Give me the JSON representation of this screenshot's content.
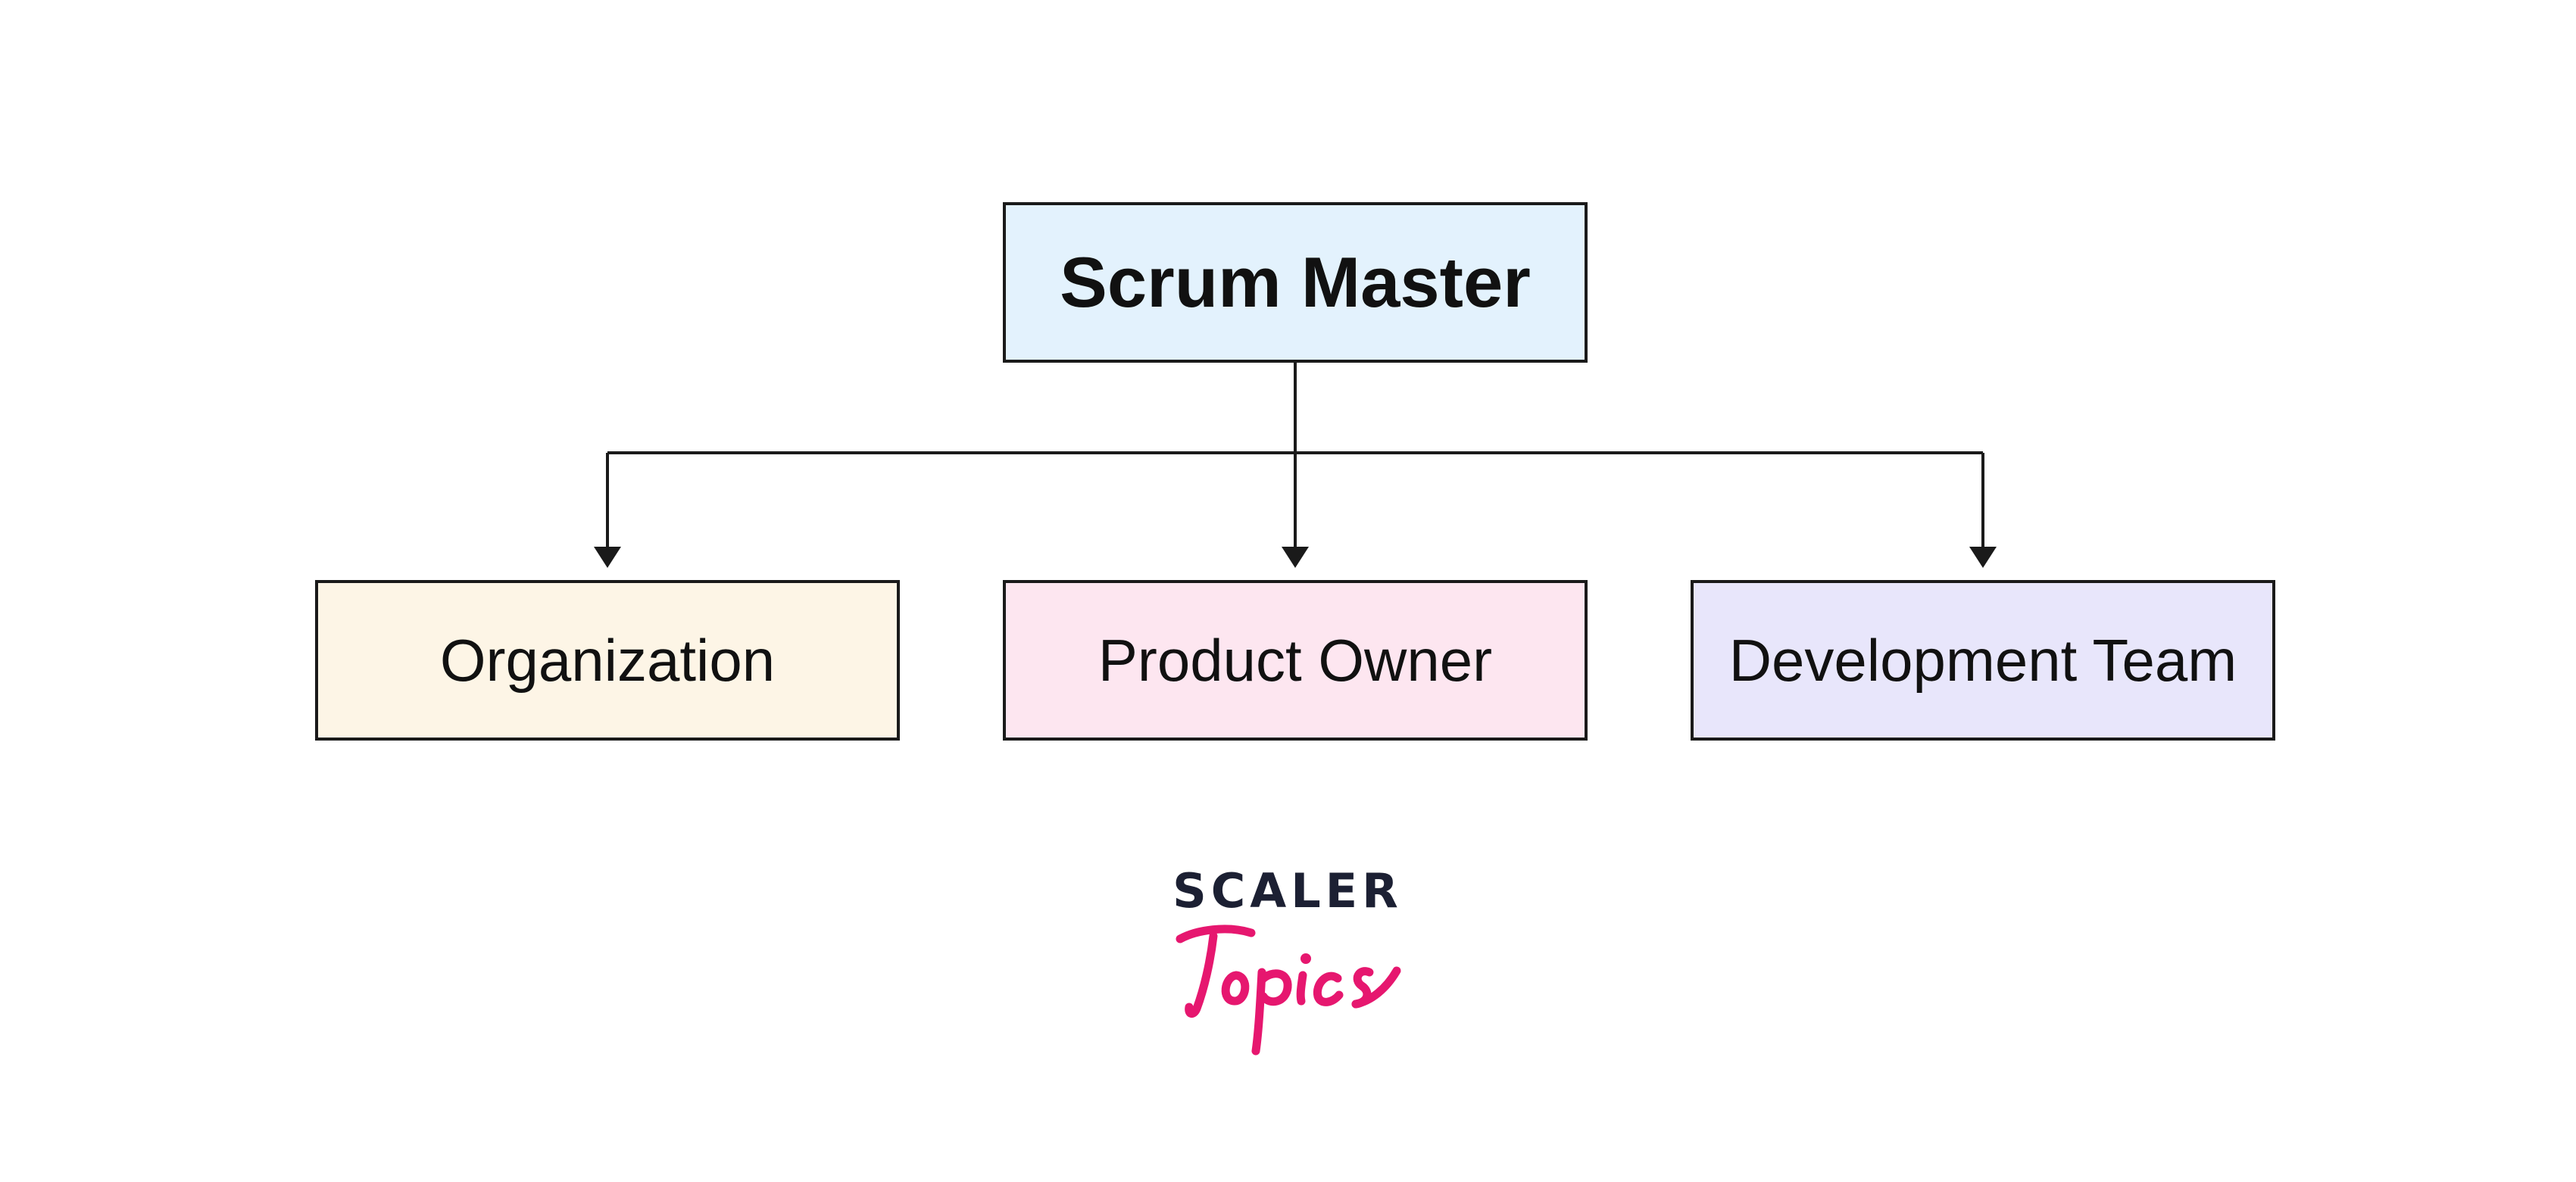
{
  "root": {
    "label": "Scrum Master",
    "color": "#e3f2fd"
  },
  "children": [
    {
      "label": "Organization",
      "color": "#fdf5e6"
    },
    {
      "label": "Product Owner",
      "color": "#fde6f0"
    },
    {
      "label": "Development Team",
      "color": "#e8e6fb"
    }
  ],
  "logo": {
    "brand": "SCALER",
    "product": "Topics",
    "brand_color": "#1c2033",
    "product_color": "#e6176f"
  },
  "line_color": "#1a1a1a"
}
